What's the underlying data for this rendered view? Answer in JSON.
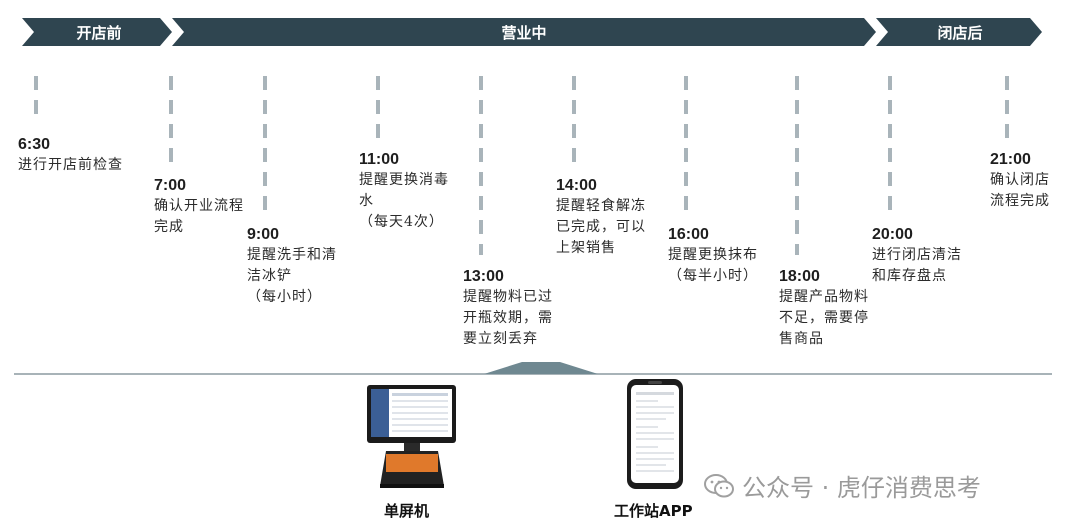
{
  "phases": [
    {
      "label": "开店前"
    },
    {
      "label": "营业中"
    },
    {
      "label": "闭店后"
    }
  ],
  "events": [
    {
      "time": "6:30",
      "desc": "进行开店前检查"
    },
    {
      "time": "7:00",
      "desc": "确认开业流程\n完成"
    },
    {
      "time": "9:00",
      "desc": "提醒洗手和清\n洁冰铲\n（每小时）"
    },
    {
      "time": "11:00",
      "desc": "提醒更换消毒\n水\n（每天4次）"
    },
    {
      "time": "13:00",
      "desc": "提醒物料已过\n开瓶效期，需\n要立刻丢弃"
    },
    {
      "time": "14:00",
      "desc": "提醒轻食解冻\n已完成，可以\n上架销售"
    },
    {
      "time": "16:00",
      "desc": "提醒更换抹布\n（每半小时）"
    },
    {
      "time": "18:00",
      "desc": "提醒产品物料\n不足，需要停\n售商品"
    },
    {
      "time": "20:00",
      "desc": "进行闭店清洁\n和库存盘点"
    },
    {
      "time": "21:00",
      "desc": "确认闭店\n流程完成"
    }
  ],
  "devices": [
    {
      "label": "单屏机",
      "icon": "pos-terminal-icon"
    },
    {
      "label": "工作站APP",
      "icon": "smartphone-icon"
    }
  ],
  "watermark": {
    "text": "公众号 · 虎仔消费思考",
    "icon": "wechat-icon"
  },
  "colors": {
    "phase_fill": "#2f4550",
    "dash": "#a9b4ba",
    "baseline": "#8c9aa1",
    "triangle": "#6f8891"
  }
}
